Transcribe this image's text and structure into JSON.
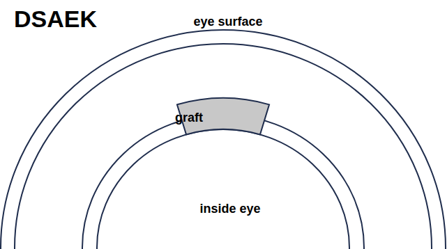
{
  "diagram": {
    "title": "DSAEK",
    "nodes": [
      {
        "text": [
          "graft"
        ]
      }
    ],
    "labels": [
      "eye surface",
      "inside eye"
    ]
  }
}
